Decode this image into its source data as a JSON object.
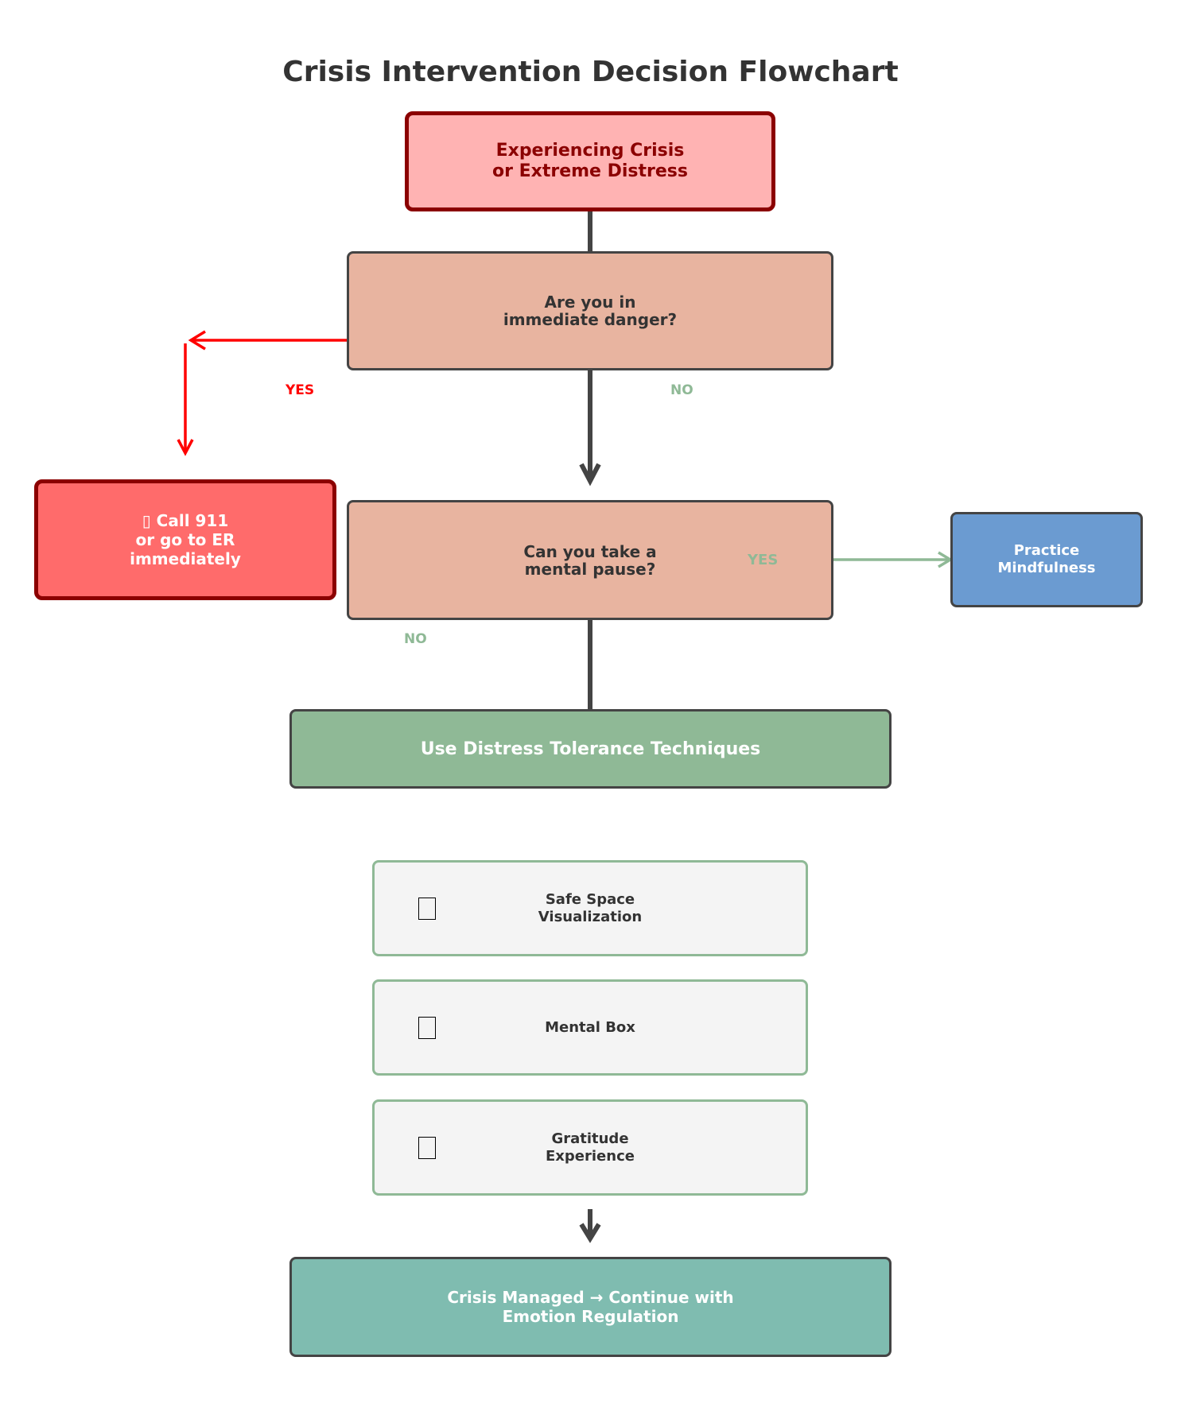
{
  "title": "Crisis Intervention Decision Flowchart",
  "nodes": {
    "start": "Experiencing Crisis\nor Extreme Distress",
    "q_danger": "Are you in\nimmediate danger?",
    "emergency": "▯ Call 911\nor go to ER\nimmediately",
    "q_pause": "Can you take a\nmental pause?",
    "mindfulness": "Practice\nMindfulness",
    "distress": "Use Distress Tolerance Techniques",
    "end": "Crisis Managed → Continue with\nEmotion Regulation"
  },
  "techniques": [
    {
      "label": "Safe Space\nVisualization",
      "icon": "placeholder-glyph-icon"
    },
    {
      "label": "Mental Box",
      "icon": "placeholder-glyph-icon"
    },
    {
      "label": "Gratitude\nExperience",
      "icon": "placeholder-glyph-icon"
    }
  ],
  "labels": {
    "danger_yes": "YES",
    "danger_no": "NO",
    "pause_yes": "YES",
    "pause_no": "NO"
  },
  "colors": {
    "start_fill": "#ffb3b3",
    "start_border": "#8b0000",
    "start_text": "#8b0000",
    "question_fill": "#e8b4a0",
    "emergency_fill": "#ff6b6b",
    "mindfulness_fill": "#6b9bd1",
    "distress_fill": "#8fb996",
    "technique_fill": "#f4f4f4",
    "end_fill": "#7fbcb0",
    "dark": "#444444",
    "red": "#ff0000",
    "green": "#8fb996",
    "text_dark": "#333333"
  }
}
